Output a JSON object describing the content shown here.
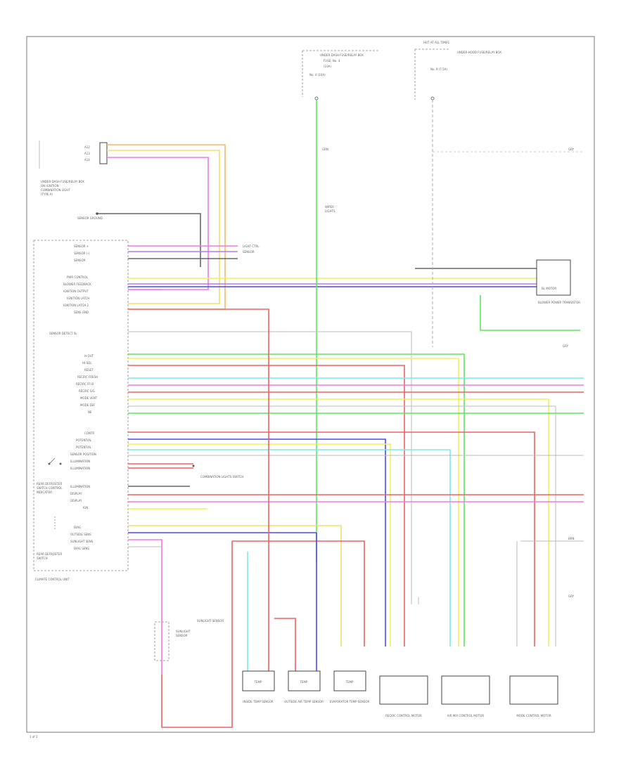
{
  "colors": {
    "orange": "#f6b96a",
    "pink": "#f07ae8",
    "blue": "#4a4af2",
    "yellow": "#f1f15a",
    "green": "#5ce85c",
    "cyan": "#7aecec",
    "red": "#f26262",
    "violet": "#b27af2",
    "grey": "#9a9a9a",
    "tan": "#e0c48c",
    "frame": "#777777"
  },
  "labels": {
    "fuse_box": "UNDER-DASH FUSE/RELAY BOX",
    "battery_top": "HOT AT ALL TIMES",
    "battery_sub": "UNDER-HOOD FUSE/RELAY BOX",
    "fuse_a": "No. 4 (10A)",
    "fuse_b": "No. 9 (7.5A)",
    "wiper_lbl": "WIPER",
    "blower_unit": "BLOWER POWER TRANSISTOR",
    "climate_unit": "CLIMATE CONTROL UNIT",
    "sun_sensor": "SUNLIGHT SENSOR",
    "sensor1": "INSIDE TEMP SENSOR",
    "sensor2": "OUTSIDE AIR TEMP SENSOR",
    "sensor3": "EVAPORATOR TEMP SENSOR",
    "motor1": "RECIRC CONTROL MOTOR",
    "motor2": "AIR MIX CONTROL MOTOR",
    "motor3": "MODE CONTROL MOTOR",
    "footer": "1 of 2"
  }
}
